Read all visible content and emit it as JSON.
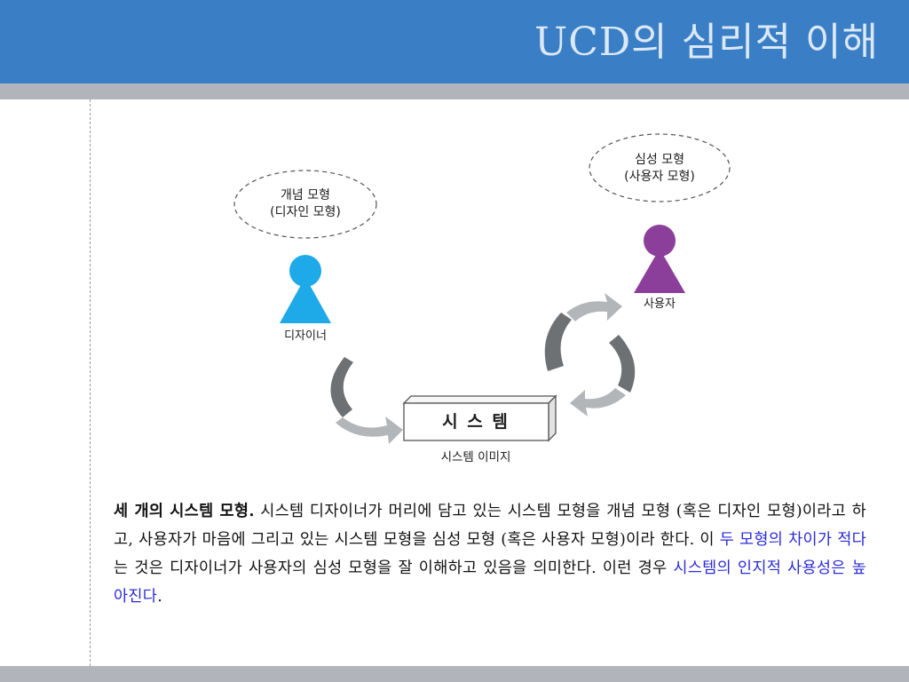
{
  "header": {
    "title": "UCD의 심리적 이해",
    "bg_color": "#3a7fc5",
    "stripe_color": "#b1b5bb"
  },
  "diagram": {
    "designer": {
      "bubble_line1": "개념 모형",
      "bubble_line2": "(디자인 모형)",
      "label": "디자이너",
      "color": "#1ea9e8"
    },
    "user": {
      "bubble_line1": "심성 모형",
      "bubble_line2": "(사용자 모형)",
      "label": "사용자",
      "color": "#8c3f9a"
    },
    "system": {
      "box_label": "시 스 템",
      "image_label": "시스템 이미지"
    },
    "arrow_dark": "#6e7173",
    "arrow_light": "#b3b6b9"
  },
  "caption": {
    "bold_lead": "세 개의 시스템 모형.",
    "text1": " 시스템 디자이너가 머리에 담고 있는 시스템 모형을 개념 모형 (혹은 디자인 모형)이라고 하고, 사용자가 마음에 그리고 있는 시스템 모형을 심성 모형 (혹은 사용자 모형)이라 한다. 이 ",
    "highlight1": "두 모형의 차이가 적다",
    "text2": "는 것은 디자이너가 사용자의 심성 모형을 잘 이해하고 있음을 의미한다. 이런 경우 ",
    "highlight2": "시스템의 인지적 사용성은 높아진다",
    "text3": ".",
    "highlight_color": "#2b2bd8"
  }
}
